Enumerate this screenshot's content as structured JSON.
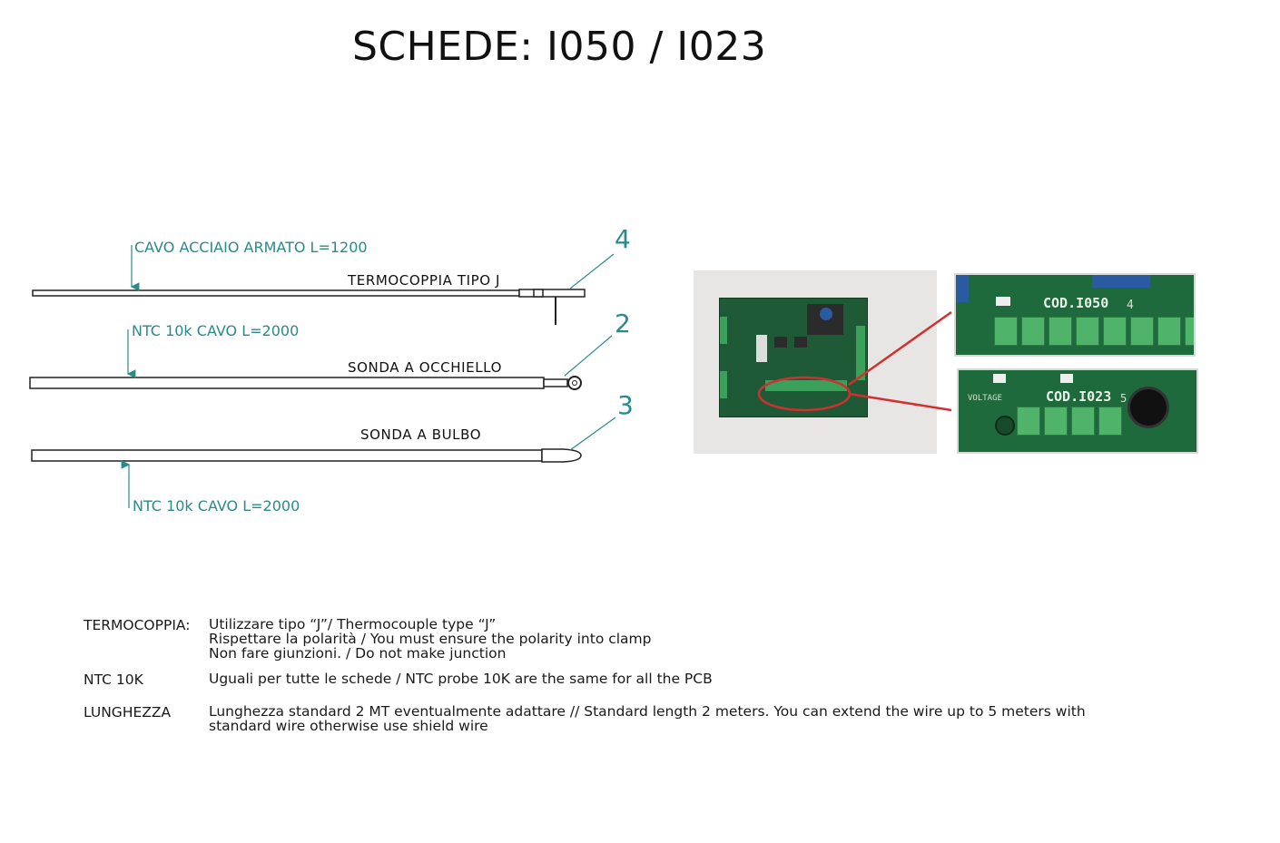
{
  "title": "SCHEDE: I050 / I023",
  "probes": {
    "thermocouple": {
      "cable_label": "CAVO ACCIAIO ARMATO L=1200",
      "name": "TERMOCOPPIA TIPO J",
      "number": "4"
    },
    "eyelet": {
      "cable_label": "NTC 10k CAVO L=2000",
      "name": "SONDA A OCCHIELLO",
      "number": "2"
    },
    "bulb": {
      "cable_label": "NTC 10k CAVO L=2000",
      "name": "SONDA A BULBO",
      "number": "3"
    }
  },
  "photos": {
    "zoom_top_code": "COD.I050",
    "zoom_top_small": "4",
    "zoom_bottom_code": "COD.I023",
    "zoom_bottom_voltage": "VOLTAGE",
    "zoom_bottom_small": "5"
  },
  "colors": {
    "accent": "#2a8a8a",
    "highlight": "#d03030"
  },
  "notes": [
    {
      "key": "TERMOCOPPIA:",
      "lines": [
        "Utilizzare tipo “J”/ Thermocouple type “J”",
        "Rispettare la polarità / You must ensure the polarity into clamp",
        "Non fare giunzioni. / Do not make junction"
      ]
    },
    {
      "key": "NTC 10K",
      "lines": [
        "Uguali per tutte le schede / NTC probe 10K are the same for all the PCB"
      ]
    },
    {
      "key": "LUNGHEZZA",
      "lines": [
        "Lunghezza standard 2 MT eventualmente adattare // Standard length 2 meters. You can extend the wire up to 5 meters with",
        "standard wire otherwise use shield wire"
      ]
    }
  ]
}
